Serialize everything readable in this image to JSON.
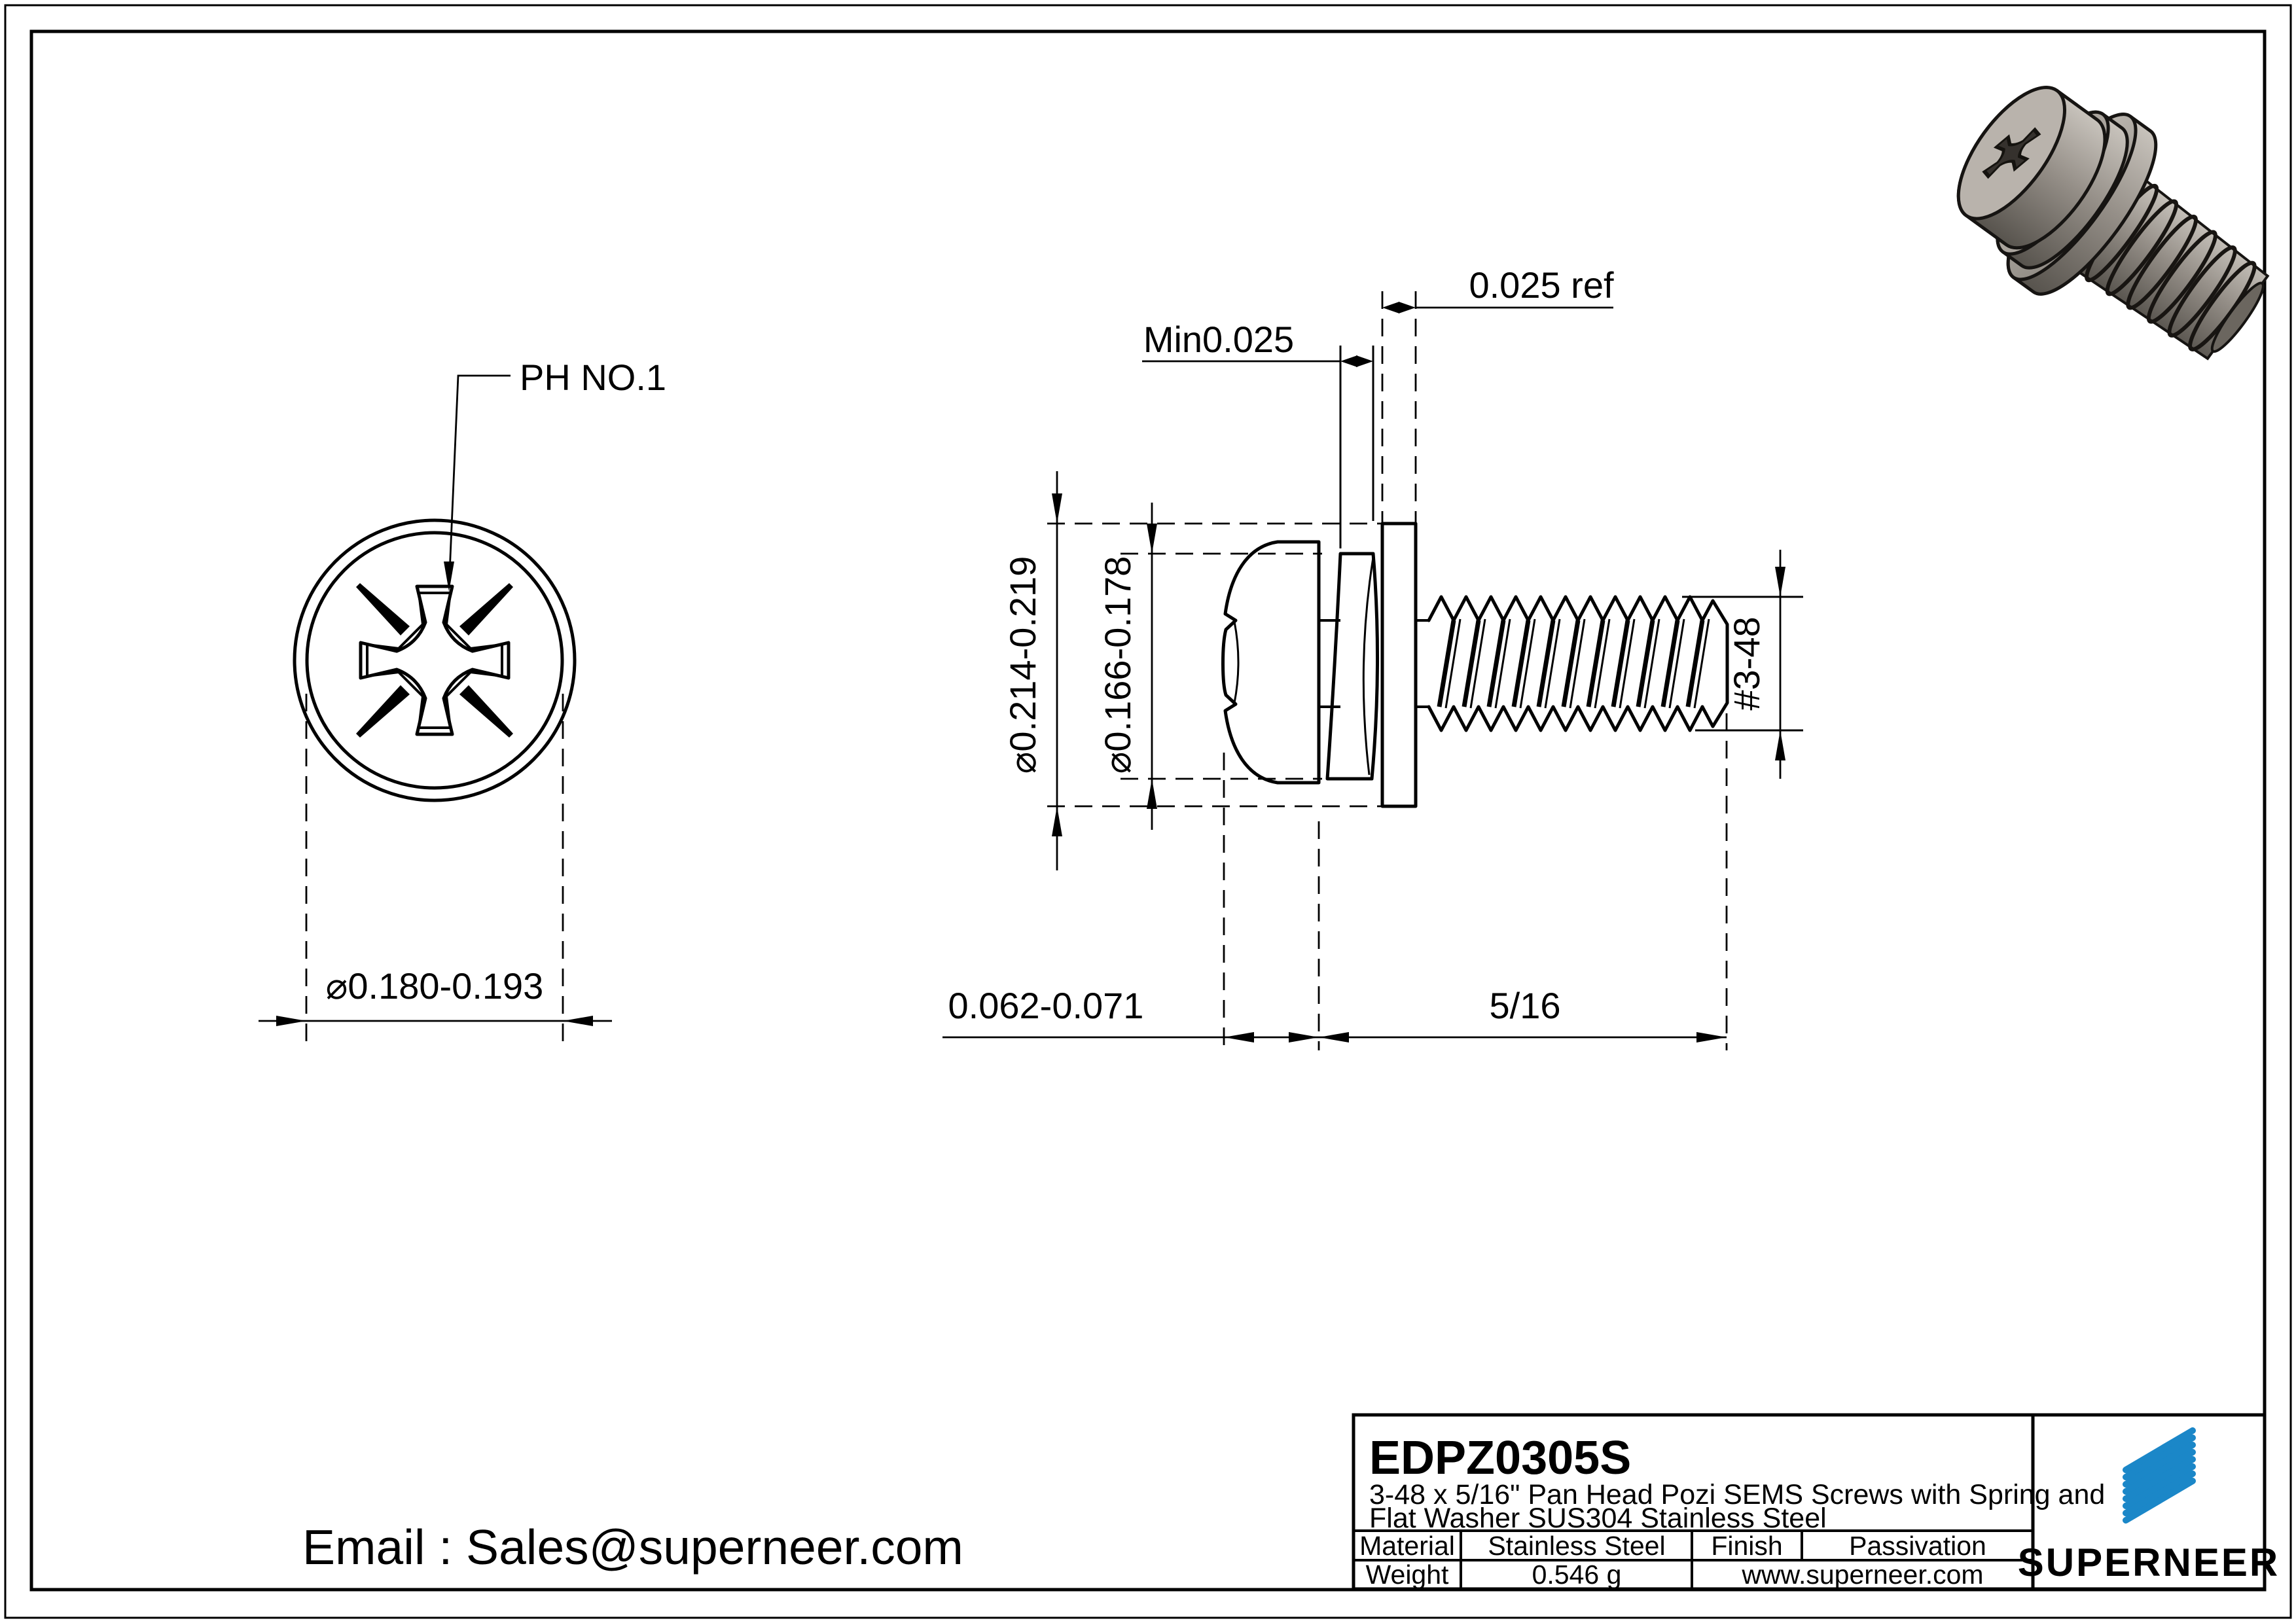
{
  "drawing": {
    "front_view": {
      "recess_label": "PH NO.1",
      "head_dia_dim": "⌀0.180-0.193"
    },
    "side_view": {
      "washer_od_dim": "⌀0.214-0.219",
      "head_od_dim": "⌀0.166-0.178",
      "spring_washer_min_dim": "Min0.025",
      "flat_washer_ref_dim": "0.025 ref",
      "thread_size_dim": "#3-48",
      "head_height_dim": "0.062-0.071",
      "thread_length_dim": "5/16"
    }
  },
  "contact": {
    "email": "Email : Sales@superneer.com"
  },
  "title_block": {
    "part_number": "EDPZ0305S",
    "description_line1": "3-48 x 5/16\" Pan Head Pozi SEMS Screws with Spring and",
    "description_line2": "Flat Washer SUS304 Stainless Steel",
    "material_label": "Material",
    "material_value": "Stainless Steel",
    "finish_label": "Finish",
    "finish_value": "Passivation",
    "weight_label": "Weight",
    "weight_value": "0.546 g",
    "website": "www.superneer.com",
    "brand_name": "SUPERNEER"
  },
  "colors": {
    "paper": "#ffffff",
    "ink": "#000000",
    "brand_blue": "#1b87c8",
    "link_blue": "#2191d4",
    "metal_light": "#b9b3ac",
    "metal_mid": "#8e8881",
    "metal_dark": "#4e4a45"
  }
}
